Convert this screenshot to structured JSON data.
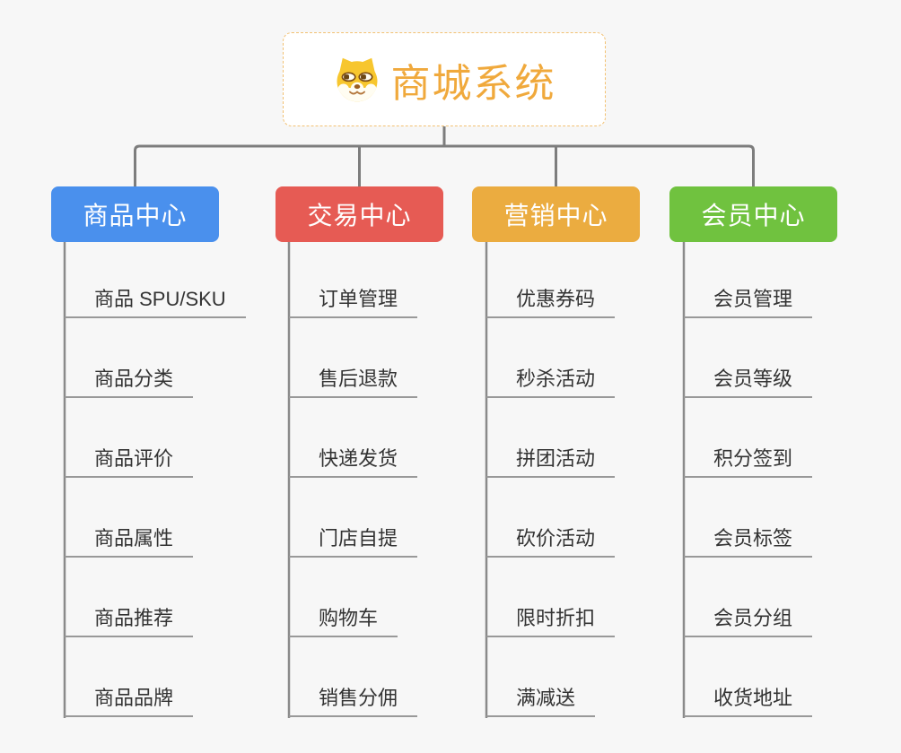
{
  "root": {
    "title": "商城系统",
    "icon": "shiba-dog-icon",
    "title_color": "#F0A93C",
    "border_color": "#F2C172",
    "background": "#FFFFFF"
  },
  "branches": [
    {
      "label": "商品中心",
      "color": "#4A90ED",
      "children": [
        "商品 SPU/SKU",
        "商品分类",
        "商品评价",
        "商品属性",
        "商品推荐",
        "商品品牌"
      ]
    },
    {
      "label": "交易中心",
      "color": "#E65B54",
      "children": [
        "订单管理",
        "售后退款",
        "快递发货",
        "门店自提",
        "购物车",
        "销售分佣"
      ]
    },
    {
      "label": "营销中心",
      "color": "#EBAC40",
      "children": [
        "优惠券码",
        "秒杀活动",
        "拼团活动",
        "砍价活动",
        "限时折扣",
        "满减送"
      ]
    },
    {
      "label": "会员中心",
      "color": "#70C23F",
      "children": [
        "会员管理",
        "会员等级",
        "积分签到",
        "会员标签",
        "会员分组",
        "收货地址"
      ]
    }
  ],
  "canvas": {
    "background_color": "#F7F7F7",
    "connector_color": "#7D7D7D",
    "leaf_line_color": "#999999",
    "leaf_text_color": "#333333"
  }
}
